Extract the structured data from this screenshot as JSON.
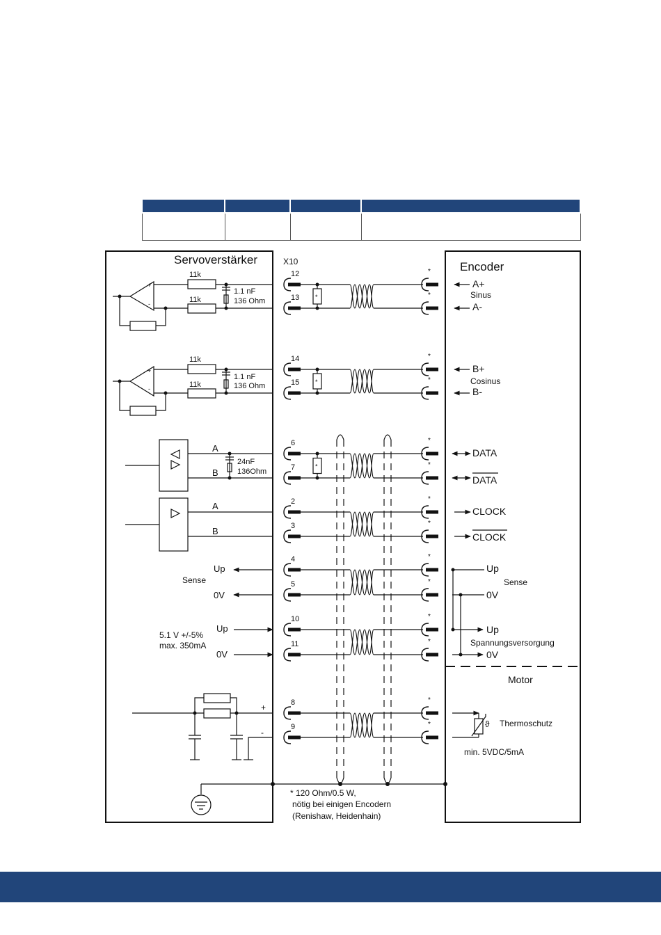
{
  "labels": {
    "left_block": "Servoverstärker",
    "right_block": "Encoder",
    "connector": "X10",
    "motor": "Motor",
    "resistor_11k": "11k",
    "cap_1nF": "1.1 nF",
    "res_136": "136 Ohm",
    "cap_24nF": "24nF",
    "res_136b": "136Ohm",
    "A": "A",
    "B": "B",
    "sense_left": "Sense",
    "sense_right": "Sense",
    "up": "Up",
    "zero_v": "0V",
    "supply_spec_1": "5.1 V +/-5%",
    "supply_spec_2": "max. 350mA",
    "plus": "+",
    "minus": "-",
    "star": "*",
    "sinus": "Sinus",
    "cosinus": "Cosinus",
    "a_plus": "A+",
    "a_minus": "A-",
    "b_plus": "B+",
    "b_minus": "B-",
    "data": "DATA",
    "clock": "CLOCK",
    "spannungsversorgung": "Spannungsversorgung",
    "thermoschutz": "Thermoschutz",
    "theta": "ϑ",
    "min_supply": "min. 5VDC/5mA",
    "note_1": "* 120 Ohm/0.5 W,",
    "note_2": "nötig bei einigen Encodern",
    "note_3": "(Renishaw, Heidenhain)"
  },
  "pins": [
    "12",
    "13",
    "14",
    "15",
    "6",
    "7",
    "2",
    "3",
    "4",
    "5",
    "10",
    "11",
    "8",
    "9"
  ],
  "colors": {
    "brand": "#21457a",
    "line": "#111111"
  }
}
